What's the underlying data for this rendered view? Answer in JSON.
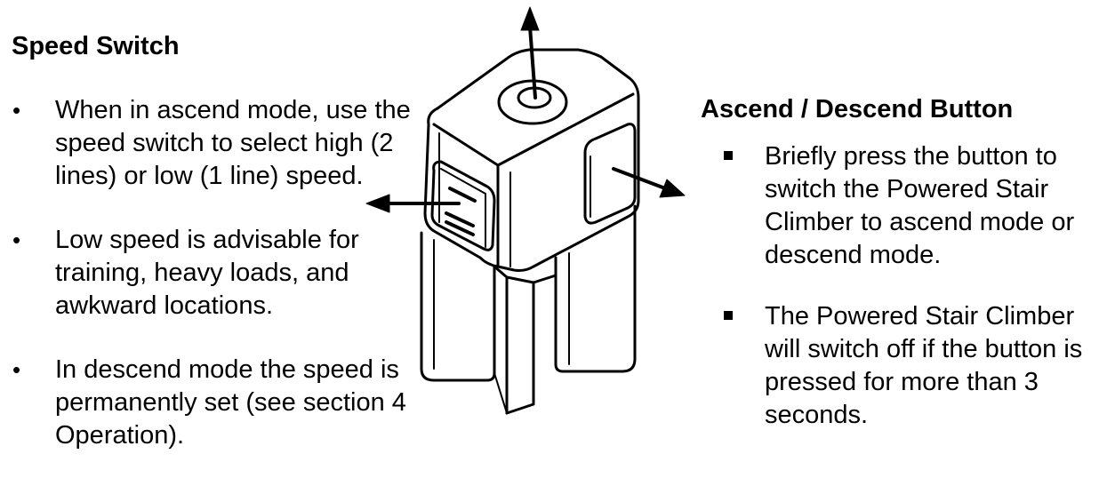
{
  "speed_switch": {
    "heading": "Speed Switch",
    "bullet": "•",
    "items": [
      "When in ascend mode, use the speed switch to select high (2 lines) or low (1 line) speed.",
      "Low speed is advisable for training, heavy loads, and awkward locations.",
      "In descend mode the speed is permanently set (see section 4 Operation)."
    ]
  },
  "ascend_descend_button": {
    "heading": "Ascend / Descend Button",
    "items": [
      "Briefly press the button to switch the Powered Stair Climber to ascend mode or descend mode.",
      "The Powered Stair Climber will switch off if the button is pressed for more than 3 seconds."
    ]
  },
  "icons": {
    "arrow": "arrow-icon",
    "device": "stair-climber-handle-illustration"
  },
  "colors": {
    "ink": "#000000",
    "background": "#ffffff"
  }
}
